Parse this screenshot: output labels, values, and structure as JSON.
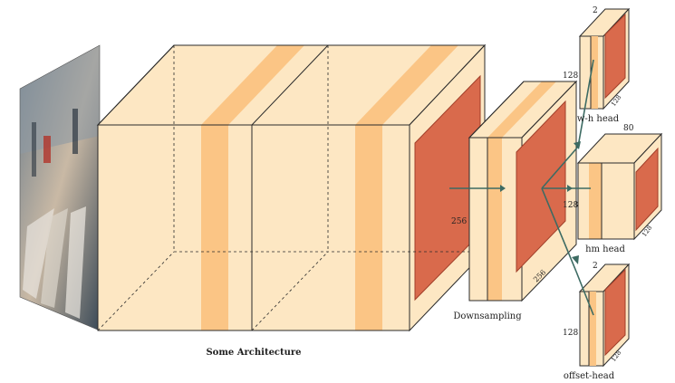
{
  "labels": {
    "architecture": "Some Architecture",
    "downsampling": "Downsampling",
    "channels_main": "256",
    "channels_down": "256",
    "channels_wh": "128",
    "channels_hm": "128",
    "channels_offset": "128",
    "depth_wh_top": "2",
    "depth_wh_side": "128",
    "depth_hm_top": "80",
    "depth_hm_side": "128",
    "depth_offset_top": "2",
    "depth_offset_side": "128",
    "head_wh": "w-h head",
    "head_hm": "hm head",
    "head_offset": "offset-head"
  },
  "colors": {
    "block_light": "#fde7c3",
    "block_stripe": "#fbc585",
    "block_front": "#d96a4c",
    "block_front_edge": "#a13f2a",
    "arrow": "#3d6b63",
    "edge": "#2b2b2b"
  }
}
